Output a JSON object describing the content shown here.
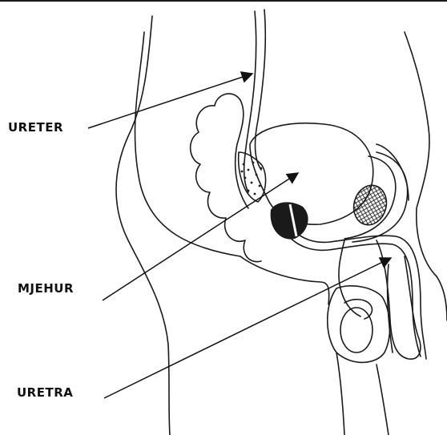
{
  "labels": {
    "ureter": "URETER",
    "mjehur": "MJEHUR",
    "uretra": "URETRA"
  },
  "colors": {
    "ink": "#1a1a1a",
    "paper": "#ffffff"
  }
}
